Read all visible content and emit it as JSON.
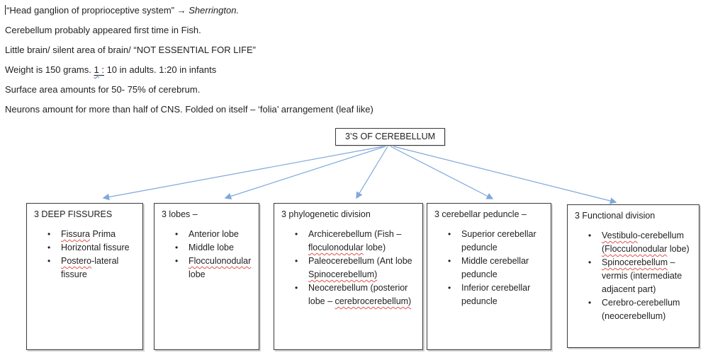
{
  "notes": {
    "line1": {
      "quote": "“Head ganglion of proprioceptive system” ",
      "arrow": "→",
      "author": " Sherrington."
    },
    "line2": "Cerebellum probably appeared first time in Fish.",
    "line3": "Little brain/ silent area of brain/ “NOT ESSENTIAL FOR LIFE”",
    "line4": {
      "pre": "Weight is 150 grams. ",
      "num": "1",
      "colon": " :",
      "post": " 10 in adults. 1:20 in infants"
    },
    "line5": "Surface area amounts for 50- 75% of cerebrum.",
    "line6": "Neurons amount for more than half of CNS. Folded on itself – ‘folia’ arrangement (leaf like)"
  },
  "diagram": {
    "root_label": "3’S OF CEREBELLUM",
    "arrow_color": "#7FA8DC",
    "squiggle_red": "#e0524a",
    "squiggle_blue": "#4a7ebb",
    "boxes": [
      {
        "title": "3 DEEP FISSURES",
        "bullets": [
          [
            {
              "t": "Fissura",
              "sq": true
            },
            {
              "t": " Prima"
            }
          ],
          [
            {
              "t": "Horizontal fissure"
            }
          ],
          [
            {
              "t": "Postero",
              "sq": true
            },
            {
              "t": "-lateral fissure"
            }
          ]
        ]
      },
      {
        "title": "3 lobes –",
        "bullets": [
          [
            {
              "t": "Anterior lobe"
            }
          ],
          [
            {
              "t": "Middle lobe"
            }
          ],
          [
            {
              "t": "Flocculonodular",
              "sq": true
            },
            {
              "t": " lobe"
            }
          ]
        ]
      },
      {
        "title": "3 phylogenetic division",
        "bullets": [
          [
            {
              "t": "Archicerebellum (Fish – "
            },
            {
              "t": "floculonodular",
              "sq": true
            },
            {
              "t": " lobe)"
            }
          ],
          [
            {
              "t": "Paleocerebellum (Ant lobe "
            },
            {
              "t": "Spinocerebellum)",
              "sq": true
            }
          ],
          [
            {
              "t": "Neocerebellum (posterior lobe – "
            },
            {
              "t": "cerebrocerebellum)",
              "sq": true
            }
          ]
        ]
      },
      {
        "title": "3 cerebellar peduncle –",
        "bullets": [
          [
            {
              "t": "Superior cerebellar peduncle"
            }
          ],
          [
            {
              "t": "Middle cerebellar peduncle"
            }
          ],
          [
            {
              "t": "Inferior cerebellar peduncle"
            }
          ]
        ]
      },
      {
        "title": "3 Functional division",
        "bullets": [
          [
            {
              "t": "Vestibulo",
              "sq": true
            },
            {
              "t": "-cerebellum "
            },
            {
              "t": "(Flocculonodular",
              "sq": true
            },
            {
              "t": " lobe)"
            }
          ],
          [
            {
              "t": "Spinocerebellum",
              "sq": true
            },
            {
              "t": " – vermis (intermediate adjacent part)"
            }
          ],
          [
            {
              "t": "Cerebro-cerebellum (neocerebellum)"
            }
          ]
        ]
      }
    ]
  }
}
